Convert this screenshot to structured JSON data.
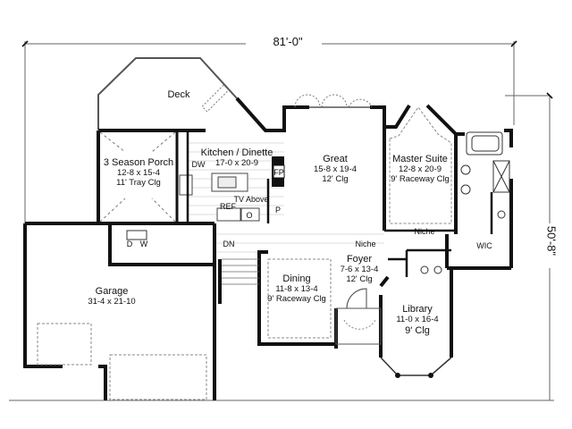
{
  "plan": {
    "overall_width": "81'-0\"",
    "overall_depth": "50'-8\"",
    "rooms": {
      "deck": {
        "name": "Deck"
      },
      "porch": {
        "name": "3 Season Porch",
        "size": "12-8 x 15-4",
        "ceiling": "11' Tray Clg"
      },
      "kitchen": {
        "name": "Kitchen / Dinette",
        "size": "17-0 x 20-9"
      },
      "great": {
        "name": "Great",
        "size": "15-8 x 19-4",
        "ceiling": "12' Clg"
      },
      "master": {
        "name": "Master Suite",
        "size": "12-8 x 20-9",
        "ceiling": "9' Raceway Clg"
      },
      "dining": {
        "name": "Dining",
        "size": "11-8 x 13-4",
        "ceiling": "9' Raceway Clg"
      },
      "foyer": {
        "name": "Foyer",
        "size": "7-6 x 13-4",
        "ceiling": "12' Clg"
      },
      "library": {
        "name": "Library",
        "size": "11-0 x 16-4",
        "ceiling": "9' Clg"
      },
      "garage": {
        "name": "Garage",
        "size": "31-4 x 21-10"
      },
      "wic": {
        "name": "WIC"
      }
    },
    "fixtures": {
      "dw": "DW",
      "fp": "FP",
      "tv": "TV Above",
      "ref": "REF",
      "pantry": "P",
      "oven": "O",
      "dryer": "D",
      "washer": "W",
      "stairs_down": "DN",
      "niche1": "Niche",
      "niche2": "Niche"
    }
  }
}
